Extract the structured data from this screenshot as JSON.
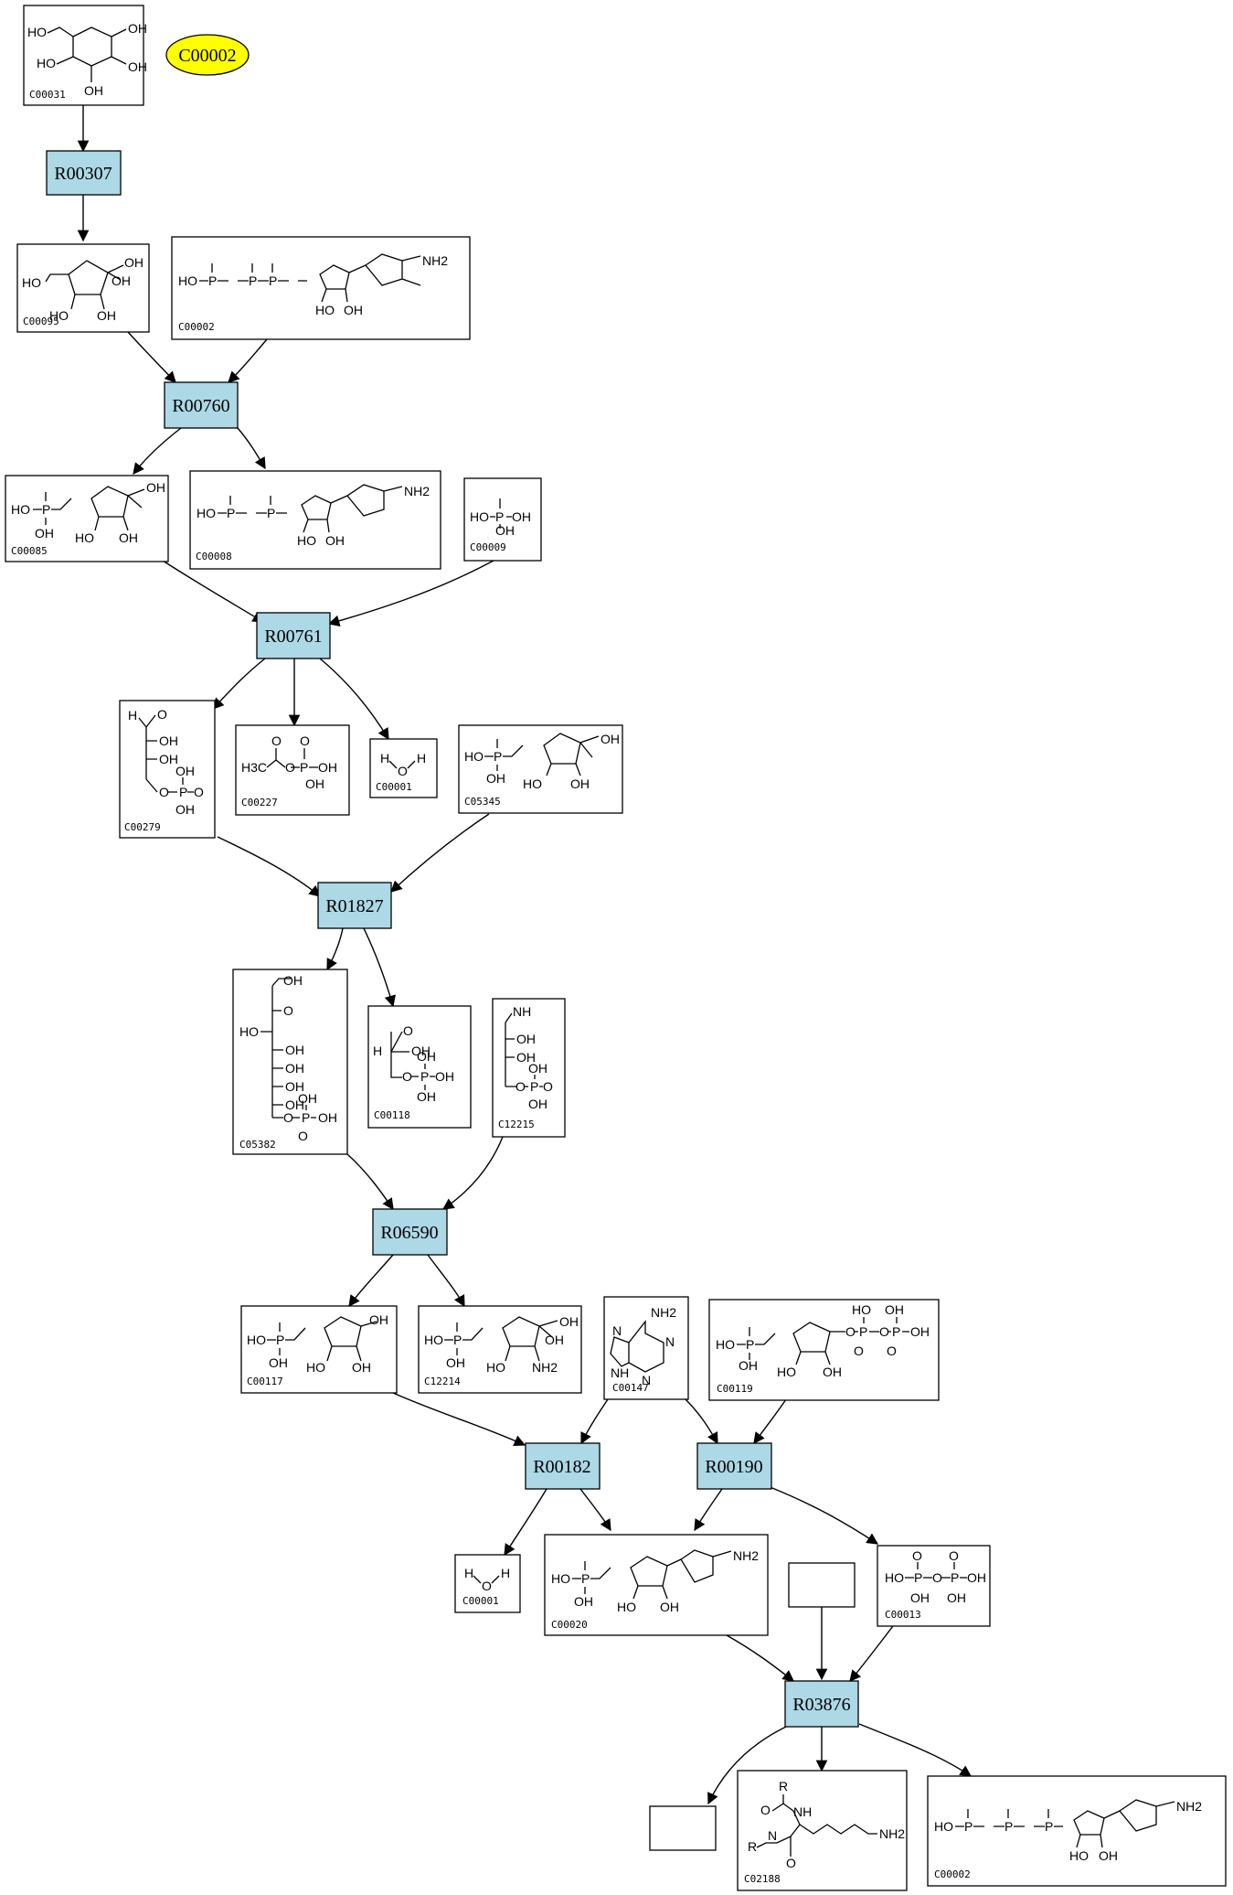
{
  "seed": "C00002",
  "compounds": [
    {
      "id": "c00031",
      "label": "C00031"
    },
    {
      "id": "c00095",
      "label": "C00095"
    },
    {
      "id": "c00002a",
      "label": "C00002"
    },
    {
      "id": "c00085",
      "label": "C00085"
    },
    {
      "id": "c00008",
      "label": "C00008"
    },
    {
      "id": "c00009",
      "label": "C00009"
    },
    {
      "id": "c00279",
      "label": "C00279"
    },
    {
      "id": "c00227",
      "label": "C00227"
    },
    {
      "id": "c00001a",
      "label": "C00001"
    },
    {
      "id": "c05345",
      "label": "C05345"
    },
    {
      "id": "c05382",
      "label": "C05382"
    },
    {
      "id": "c00118",
      "label": "C00118"
    },
    {
      "id": "c12215",
      "label": "C12215"
    },
    {
      "id": "c00117",
      "label": "C00117"
    },
    {
      "id": "c12214",
      "label": "C12214"
    },
    {
      "id": "c00147",
      "label": "C00147"
    },
    {
      "id": "c00119",
      "label": "C00119"
    },
    {
      "id": "c00001b",
      "label": "C00001"
    },
    {
      "id": "c00020",
      "label": "C00020"
    },
    {
      "id": "blank1",
      "label": ""
    },
    {
      "id": "c00013",
      "label": "C00013"
    },
    {
      "id": "blank2",
      "label": ""
    },
    {
      "id": "c02188",
      "label": "C02188"
    },
    {
      "id": "c00002b",
      "label": "C00002"
    }
  ],
  "reactions": [
    {
      "id": "r00307",
      "label": "R00307"
    },
    {
      "id": "r00760",
      "label": "R00760"
    },
    {
      "id": "r00761",
      "label": "R00761"
    },
    {
      "id": "r01827",
      "label": "R01827"
    },
    {
      "id": "r06590",
      "label": "R06590"
    },
    {
      "id": "r00182",
      "label": "R00182"
    },
    {
      "id": "r00190",
      "label": "R00190"
    },
    {
      "id": "r03876",
      "label": "R03876"
    }
  ],
  "structure_text": {
    "ho": "HO",
    "oh": "OH",
    "o": "O",
    "p": "P",
    "n": "N",
    "h": "H",
    "nh2": "NH2",
    "h3c": "H3C",
    "nh": "NH",
    "r": "R",
    "hn": "H"
  },
  "colors": {
    "reaction_fill": "#add8e6",
    "seed_fill": "#ffff00",
    "edge": "#000000"
  }
}
